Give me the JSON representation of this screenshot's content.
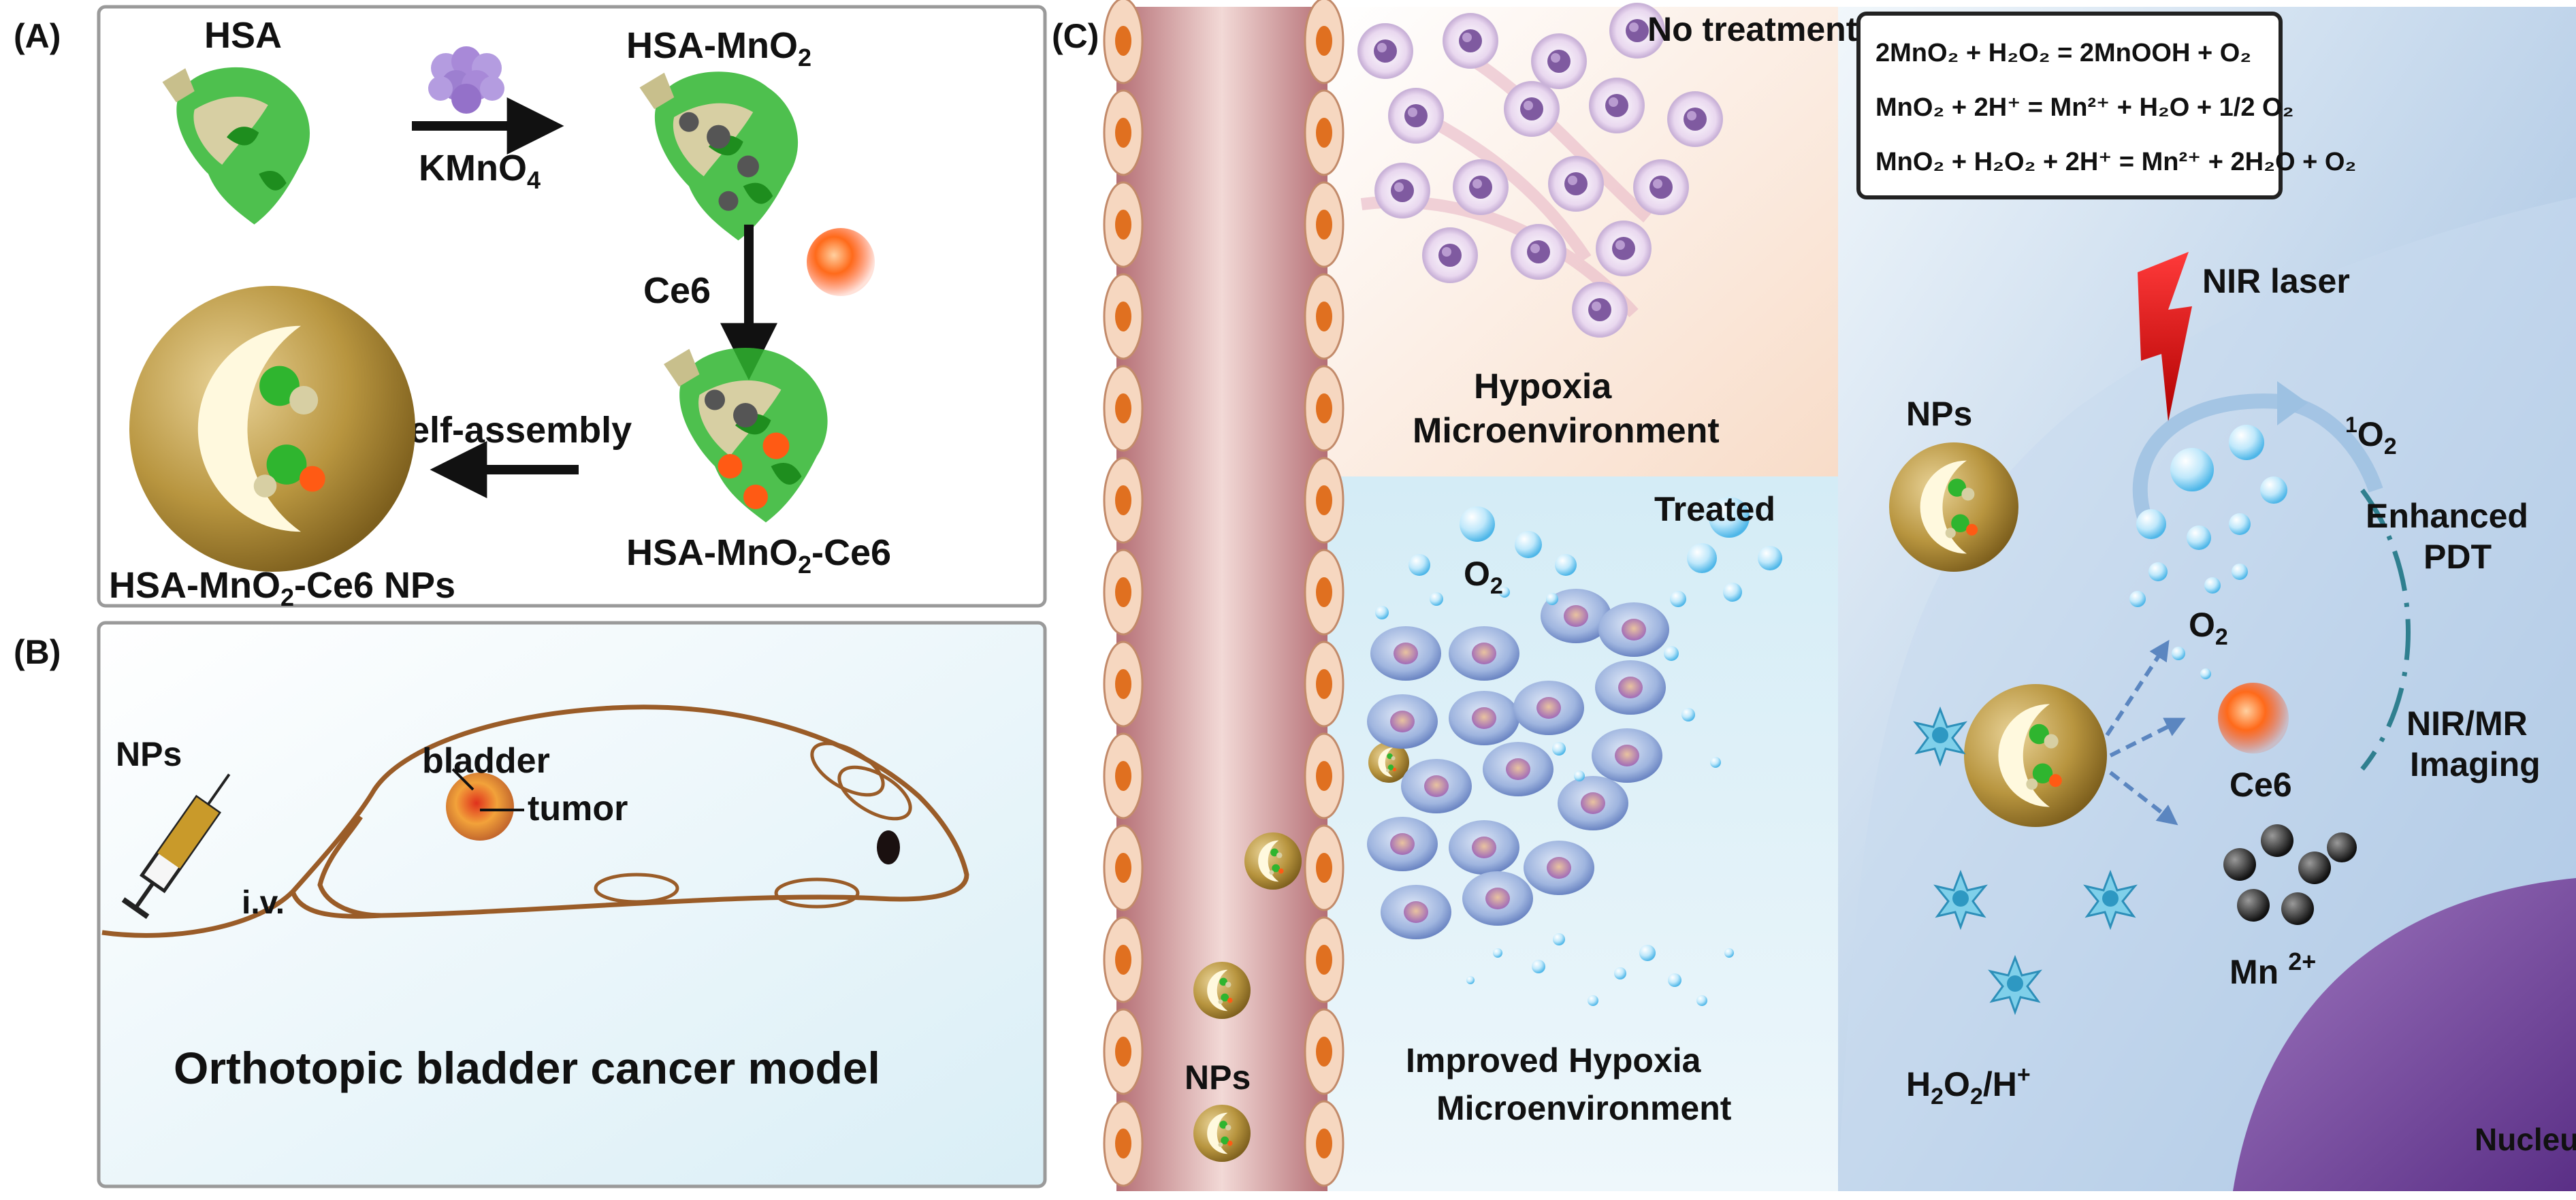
{
  "panel_a": {
    "label": "(A)",
    "hsa": "HSA",
    "kmno4": "KMnO",
    "kmno4_sub": "4",
    "hsa_mno2": "HSA-MnO",
    "hsa_mno2_sub": "2",
    "ce6": "Ce6",
    "hsa_mno2_ce6_a": "HSA-MnO",
    "hsa_mno2_ce6_sub": "2",
    "hsa_mno2_ce6_b": "-Ce6",
    "self_assembly": "Self-assembly",
    "nps_a": "HSA-MnO",
    "nps_sub": "2",
    "nps_b": "-Ce6 NPs"
  },
  "panel_b": {
    "label": "(B)",
    "nps": "NPs",
    "iv": "i.v.",
    "bladder": "bladder",
    "tumor": "tumor",
    "caption": "Orthotopic bladder cancer model"
  },
  "panel_c": {
    "label": "(C)",
    "no_treatment": "No treatment",
    "hypoxia_1": "Hypoxia",
    "hypoxia_2": "Microenvironment",
    "treated": "Treated",
    "o2_a": "O",
    "o2_sub": "2",
    "improved_1": "Improved Hypoxia",
    "improved_2": "Microenvironment",
    "nps_vessel": "NPs",
    "eq1": "2MnO₂ + H₂O₂ = 2MnOOH + O₂",
    "eq2": "MnO₂ + 2H⁺ = Mn²⁺ + H₂O + 1/2 O₂",
    "eq3": "MnO₂ + H₂O₂ + 2H⁺ = Mn²⁺ + 2H₂O + O₂",
    "nir_laser": "NIR laser",
    "nps_cell": "NPs",
    "singlet_sup": "1",
    "singlet_a": "O",
    "singlet_sub": "2",
    "enhanced": "Enhanced",
    "pdt": "PDT",
    "o2_cell_a": "O",
    "o2_cell_sub": "2",
    "nir_mr": "NIR/MR",
    "imaging": "Imaging",
    "ce6": "Ce6",
    "mn": "Mn",
    "mn_sup": "2+",
    "h2o2_a": "H",
    "h2o2_sub1": "2",
    "h2o2_b": "O",
    "h2o2_sub2": "2",
    "h2o2_c": "/H",
    "h2o2_sup": "+",
    "nucleus": "Nucleus"
  },
  "colors": {
    "protein_green": "#2fb52f",
    "protein_beige": "#d7cfa3",
    "np_shell": "#b5923c",
    "ce6_orange": "#ff5a14",
    "vessel": "#c9868a",
    "cell_purple": "#7f5aa0",
    "bubble_blue": "#5fc0ea",
    "nucleus_purple": "#6a3f8f",
    "mouse_line": "#9a5c28"
  }
}
